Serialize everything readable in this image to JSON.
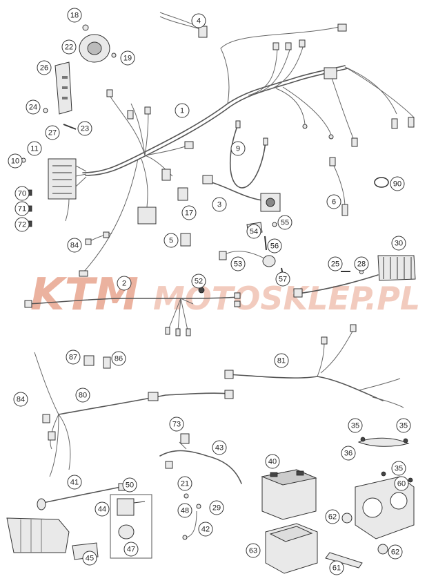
{
  "watermark": {
    "brand": "KTM",
    "site": "MOTOSKLEP.PL",
    "brand_color": "#e8a58f",
    "site_color": "#f0c3b3"
  },
  "callouts": [
    {
      "id": "c18",
      "label": "18"
    },
    {
      "id": "c4",
      "label": "4"
    },
    {
      "id": "c22",
      "label": "22"
    },
    {
      "id": "c19",
      "label": "19"
    },
    {
      "id": "c26",
      "label": "26"
    },
    {
      "id": "c1",
      "label": "1"
    },
    {
      "id": "c24",
      "label": "24"
    },
    {
      "id": "c23",
      "label": "23"
    },
    {
      "id": "c27",
      "label": "27"
    },
    {
      "id": "c11",
      "label": "11"
    },
    {
      "id": "c10",
      "label": "10"
    },
    {
      "id": "c9",
      "label": "9"
    },
    {
      "id": "c70",
      "label": "70"
    },
    {
      "id": "c71",
      "label": "71"
    },
    {
      "id": "c72",
      "label": "72"
    },
    {
      "id": "c3",
      "label": "3"
    },
    {
      "id": "c17",
      "label": "17"
    },
    {
      "id": "c6",
      "label": "6"
    },
    {
      "id": "c90",
      "label": "90"
    },
    {
      "id": "c54",
      "label": "54"
    },
    {
      "id": "c55",
      "label": "55"
    },
    {
      "id": "c5",
      "label": "5"
    },
    {
      "id": "c56",
      "label": "56"
    },
    {
      "id": "c84a",
      "label": "84"
    },
    {
      "id": "c30",
      "label": "30"
    },
    {
      "id": "c53",
      "label": "53"
    },
    {
      "id": "c25",
      "label": "25"
    },
    {
      "id": "c28",
      "label": "28"
    },
    {
      "id": "c57",
      "label": "57"
    },
    {
      "id": "c2",
      "label": "2"
    },
    {
      "id": "c52",
      "label": "52"
    },
    {
      "id": "c87",
      "label": "87"
    },
    {
      "id": "c86",
      "label": "86"
    },
    {
      "id": "c81",
      "label": "81"
    },
    {
      "id": "c84b",
      "label": "84"
    },
    {
      "id": "c80",
      "label": "80"
    },
    {
      "id": "c35a",
      "label": "35"
    },
    {
      "id": "c35b",
      "label": "35"
    },
    {
      "id": "c73",
      "label": "73"
    },
    {
      "id": "c36",
      "label": "36"
    },
    {
      "id": "c43",
      "label": "43"
    },
    {
      "id": "c40",
      "label": "40"
    },
    {
      "id": "c35c",
      "label": "35"
    },
    {
      "id": "c41",
      "label": "41"
    },
    {
      "id": "c50",
      "label": "50"
    },
    {
      "id": "c21",
      "label": "21"
    },
    {
      "id": "c60",
      "label": "60"
    },
    {
      "id": "c44",
      "label": "44"
    },
    {
      "id": "c48",
      "label": "48"
    },
    {
      "id": "c29",
      "label": "29"
    },
    {
      "id": "c62a",
      "label": "62"
    },
    {
      "id": "c42",
      "label": "42"
    },
    {
      "id": "c47",
      "label": "47"
    },
    {
      "id": "c63",
      "label": "63"
    },
    {
      "id": "c45",
      "label": "45"
    },
    {
      "id": "c62b",
      "label": "62"
    },
    {
      "id": "c61",
      "label": "61"
    }
  ]
}
